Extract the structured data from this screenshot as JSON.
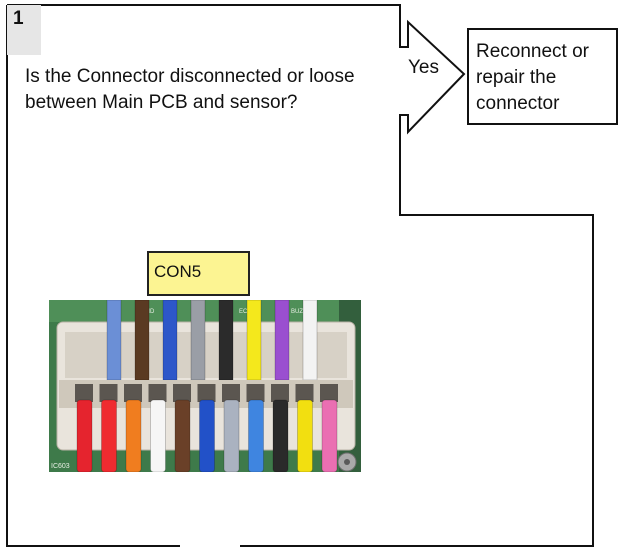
{
  "step": {
    "number": "1"
  },
  "question": {
    "text": "Is the Connector disconnected or loose between Main PCB and sensor?"
  },
  "branch": {
    "yes_label": "Yes"
  },
  "action": {
    "text": "Reconnect or repair the connector"
  },
  "connector": {
    "label": "CON5",
    "label_color": "#fcf492",
    "photo_markings": [
      "GND",
      "N",
      "ECT",
      "BUZZ",
      "IC603"
    ],
    "wire_colors_top": [
      "#6b8fd6",
      "#5a3a22",
      "#2d57c9",
      "#9a9ea6",
      "#2b2b2b",
      "#f4e81c",
      "#9a4fd0",
      "#f3f3f3"
    ],
    "wire_colors_bottom": [
      "#e5242e",
      "#ef2b30",
      "#f07d1f",
      "#f6f6f6",
      "#6a4028",
      "#2251c8",
      "#aab2c0",
      "#3f85e0",
      "#2a2a2a",
      "#f2df10",
      "#ea6fb2"
    ]
  }
}
